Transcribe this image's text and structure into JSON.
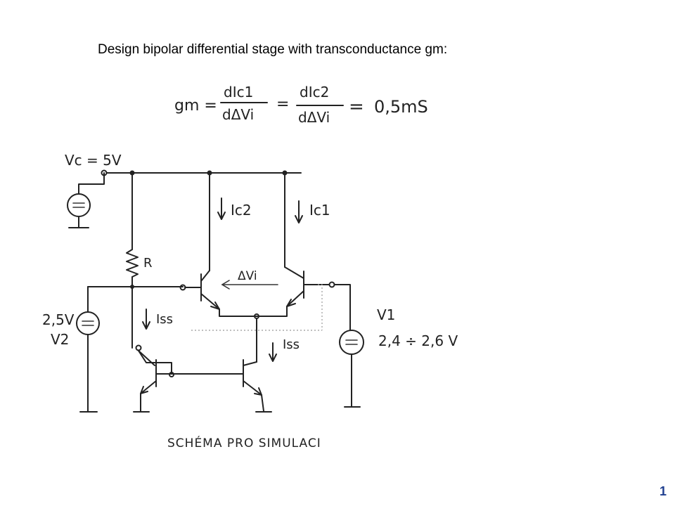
{
  "slide": {
    "title": "Design bipolar differential stage with transconductance gm:",
    "page_number": "1"
  },
  "equation": {
    "lhs": "gm =",
    "frac1_num": "dIc1",
    "frac1_den": "dΔVi",
    "minus": "=",
    "frac2_num": "dIc2",
    "frac2_den": "dΔVi",
    "equals": "=",
    "value": "0,5mS"
  },
  "schematic": {
    "vc_label": "Vc = 5V",
    "ic2_label": "Ic2",
    "ic1_label": "Ic1",
    "r_label": "R",
    "dvi_label": "ΔVi",
    "iss_left_label": "Iss",
    "iss_right_label": "Iss",
    "v2_value": "2,5V",
    "v2_name": "V2",
    "v1_name": "V1",
    "v1_range": "2,4 ÷ 2,6 V",
    "caption": "SCHÉMA PRO SIMULACI"
  }
}
